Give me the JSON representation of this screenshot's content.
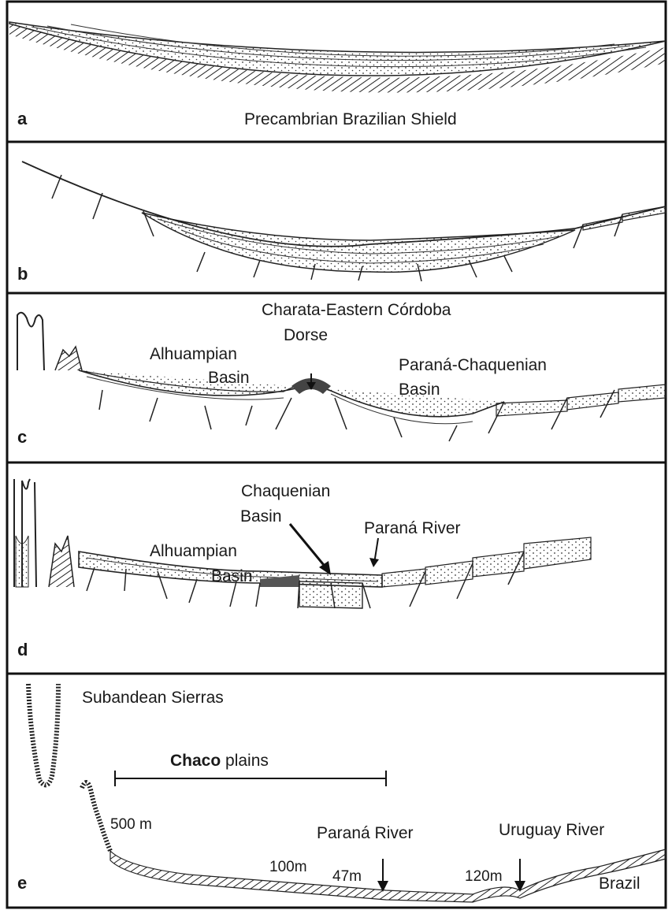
{
  "panels": [
    {
      "letter": "a",
      "labels": {
        "shield": "Precambrian Brazilian Shield"
      }
    },
    {
      "letter": "b",
      "labels": {}
    },
    {
      "letter": "c",
      "labels": {
        "dorse_line1": "Charata-Eastern Córdoba",
        "dorse_line2": "Dorse",
        "alhuampian_line1": "Alhuampian",
        "alhuampian_line2": "Basin",
        "parana_line1": "Paraná-Chaquenian",
        "parana_line2": "Basin"
      }
    },
    {
      "letter": "d",
      "labels": {
        "chaquenian_line1": "Chaquenian",
        "chaquenian_line2": "Basin",
        "alhuampian_line1": "Alhuampian",
        "alhuampian_line2": "Basin",
        "parana_river": "Paraná River"
      }
    },
    {
      "letter": "e",
      "labels": {
        "subandean": "Subandean Sierras",
        "chaco_bold": "Chaco",
        "chaco_rest": " plains",
        "elev_500": "500 m",
        "elev_100": "100m",
        "elev_47": "47m",
        "elev_120": "120m",
        "parana_river": "Paraná River",
        "uruguay_river": "Uruguay River",
        "brazil": "Brazil"
      }
    }
  ]
}
